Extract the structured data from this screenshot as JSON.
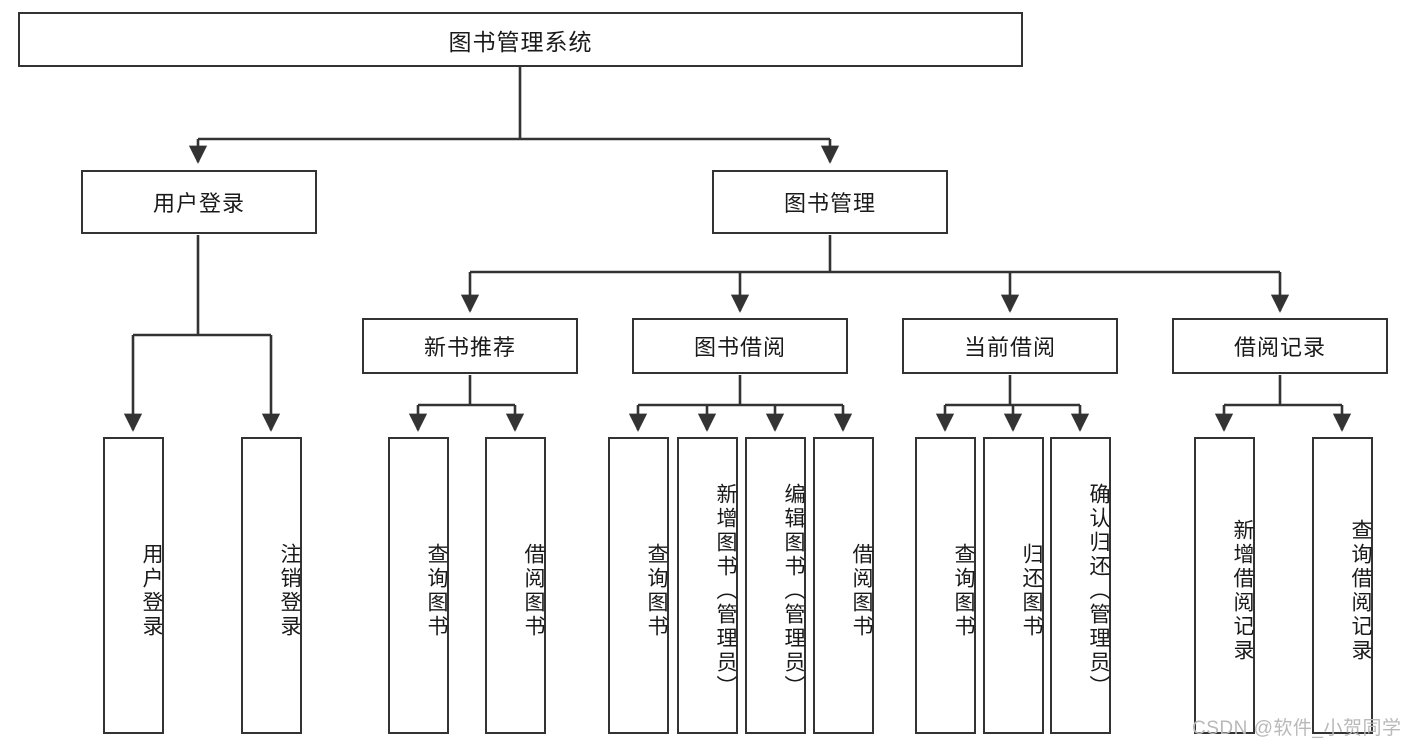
{
  "diagram": {
    "title": "图书管理系统",
    "type": "hierarchy-tree",
    "watermark": "CSDN @软件_小贺同学",
    "colors": {
      "box_border": "#333333",
      "box_fill": "#ffffff",
      "connector": "#333333",
      "text": "#1a1a1a",
      "watermark": "#b9b9b9",
      "background": "#ffffff"
    },
    "levels": {
      "root": {
        "label": "图书管理系统"
      },
      "level2": [
        {
          "label": "用户登录"
        },
        {
          "label": "图书管理"
        }
      ],
      "level3": [
        {
          "label": "新书推荐"
        },
        {
          "label": "图书借阅"
        },
        {
          "label": "当前借阅"
        },
        {
          "label": "借阅记录"
        }
      ],
      "leaves": {
        "user_login": [
          {
            "label": "用户登录"
          },
          {
            "label": "注销登录"
          }
        ],
        "new_book_recommend": [
          {
            "label": "查询图书"
          },
          {
            "label": "借阅图书"
          }
        ],
        "book_borrow": [
          {
            "label": "查询图书"
          },
          {
            "label": "新增图书（管理员）"
          },
          {
            "label": "编辑图书（管理员）"
          },
          {
            "label": "借阅图书"
          }
        ],
        "current_borrow": [
          {
            "label": "查询图书"
          },
          {
            "label": "归还图书"
          },
          {
            "label": "确认归还（管理员）"
          }
        ],
        "borrow_record": [
          {
            "label": "新增借阅记录"
          },
          {
            "label": "查询借阅记录"
          }
        ]
      }
    }
  }
}
